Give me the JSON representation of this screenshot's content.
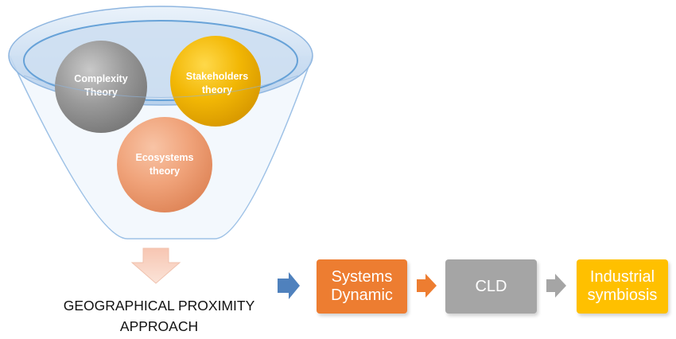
{
  "funnel": {
    "balls": [
      {
        "line1": "Complexity",
        "line2": "Theory",
        "color": "#9a9a9a"
      },
      {
        "line1": "Stakeholders",
        "line2": "theory",
        "color": "#f2b705"
      },
      {
        "line1": "Ecosystems",
        "line2": "theory",
        "color": "#f0a37a"
      }
    ],
    "rim_color": "#5b9bd5"
  },
  "approach": {
    "line1": "GEOGRAPHICAL PROXIMITY",
    "line2": "APPROACH"
  },
  "flow": [
    {
      "label_line1": "Systems",
      "label_line2": "Dynamic",
      "color": "#ed7d31"
    },
    {
      "label_line1": "CLD",
      "label_line2": "",
      "color": "#a5a5a5"
    },
    {
      "label_line1": "Industrial",
      "label_line2": "symbiosis",
      "color": "#ffc000"
    }
  ],
  "arrows": {
    "blue": "#4f81bd",
    "orange": "#ed7d31",
    "gray": "#a5a5a5"
  }
}
